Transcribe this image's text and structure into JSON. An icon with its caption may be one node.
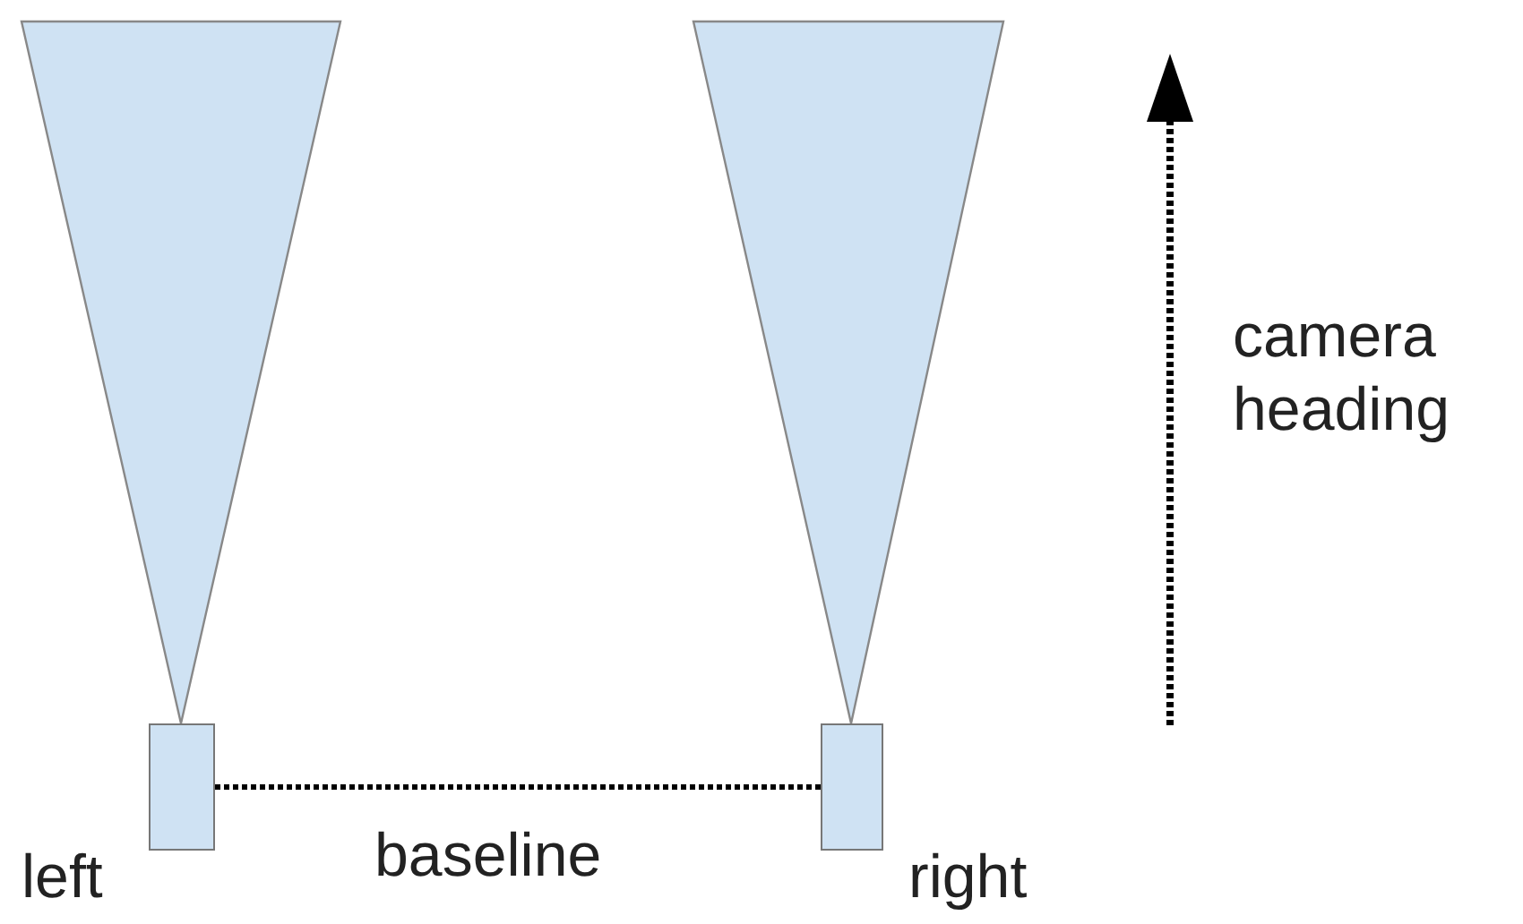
{
  "diagram": {
    "nodes": [
      {
        "text": [],
        "shape": "box",
        "beside": [
          "left"
        ]
      },
      {
        "text": [],
        "shape": "box",
        "beside": [
          "right"
        ]
      }
    ],
    "edges": [
      {
        "from": 0,
        "to": 1,
        "arrow": "none",
        "label": "baseline",
        "style": "dashed"
      }
    ],
    "labels": [
      "camera heading"
    ]
  }
}
